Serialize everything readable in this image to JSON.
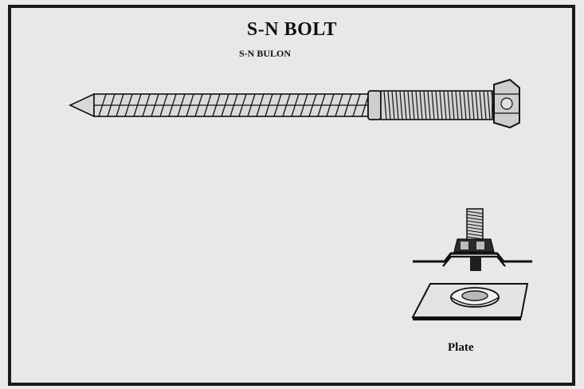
{
  "title": "S-N BOLT",
  "subtitle": "S-N BULON",
  "plate_label": "Plate",
  "colors": {
    "frame": "#1a1a1a",
    "paper": "#e9e7e8",
    "ink": "#111111"
  }
}
